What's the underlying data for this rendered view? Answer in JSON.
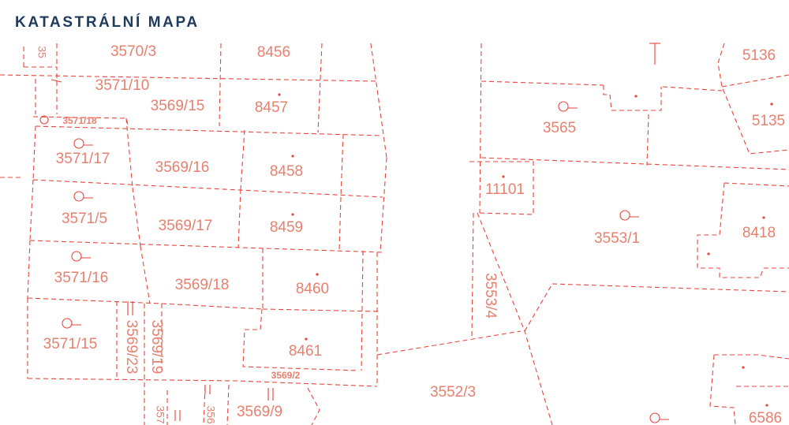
{
  "title": "KATASTRÁLNÍ MAPA",
  "parcels": [
    {
      "key": "p1",
      "label": "3570/3"
    },
    {
      "key": "p2",
      "label": "8456"
    },
    {
      "key": "p3",
      "label": "3571/10"
    },
    {
      "key": "p4",
      "label": "3569/15"
    },
    {
      "key": "p5",
      "label": "8457"
    },
    {
      "key": "p6",
      "label": "3571/18"
    },
    {
      "key": "p7",
      "label": "3571/17"
    },
    {
      "key": "p8",
      "label": "3569/16"
    },
    {
      "key": "p9",
      "label": "8458"
    },
    {
      "key": "p10",
      "label": "3571/5"
    },
    {
      "key": "p11",
      "label": "3569/17"
    },
    {
      "key": "p12",
      "label": "8459"
    },
    {
      "key": "p13",
      "label": "3571/16"
    },
    {
      "key": "p14",
      "label": "3569/18"
    },
    {
      "key": "p15",
      "label": "8460"
    },
    {
      "key": "p16",
      "label": "3571/15"
    },
    {
      "key": "p17",
      "label": "3569/23"
    },
    {
      "key": "p18",
      "label": "3569/19"
    },
    {
      "key": "p19",
      "label": "8461"
    },
    {
      "key": "p20",
      "label": "3569/2"
    },
    {
      "key": "p21",
      "label": "3569/9"
    },
    {
      "key": "p22",
      "label": "35"
    },
    {
      "key": "p23",
      "label": "357"
    },
    {
      "key": "p24",
      "label": "356"
    },
    {
      "key": "p25",
      "label": "3565"
    },
    {
      "key": "p26",
      "label": "11101"
    },
    {
      "key": "p27",
      "label": "3553/1"
    },
    {
      "key": "p28",
      "label": "3553/4"
    },
    {
      "key": "p29",
      "label": "3552/3"
    },
    {
      "key": "p30",
      "label": "5136"
    },
    {
      "key": "p31",
      "label": "5135"
    },
    {
      "key": "p32",
      "label": "8418"
    },
    {
      "key": "p33",
      "label": "6586"
    }
  ]
}
